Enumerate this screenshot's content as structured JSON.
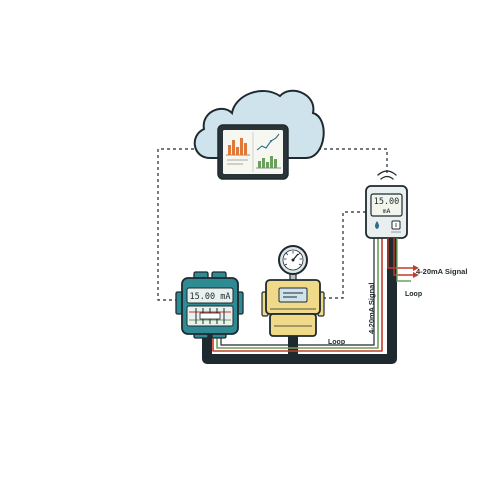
{
  "transmitter_display": {
    "value": "15.00",
    "unit": "mA"
  },
  "converter_display": "15.00 mA",
  "labels": {
    "signal_right": "4-20mA Signal",
    "loop_right": "Loop",
    "signal_vertical": "4-20mA Signal",
    "loop_bottom": "Loop"
  },
  "icons": {
    "cloud": "cloud-icon",
    "tablet": "tablet-icon",
    "transmitter": "wireless-transmitter-icon",
    "wifi": "wifi-signal-icon",
    "converter": "signal-converter-icon",
    "gauge": "pressure-gauge-icon",
    "meter": "meter-box-icon"
  },
  "colors": {
    "outline": "#1e2a2f",
    "cloud_fill": "#cfe3ec",
    "converter_fill": "#2e8b93",
    "meter_fill": "#f1d98a",
    "signal_red": "#c43a2b",
    "signal_green": "#6aa15a",
    "bar_orange": "#e0783a"
  }
}
